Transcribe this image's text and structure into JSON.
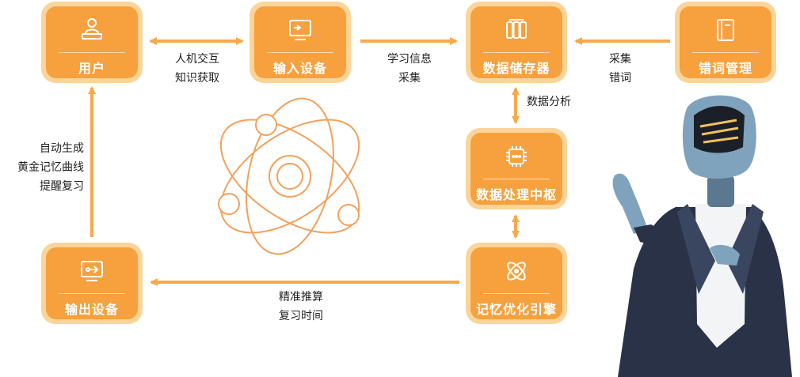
{
  "nodes": {
    "user": "用户",
    "input": "输入设备",
    "storage": "数据储存器",
    "error": "错词管理",
    "center": "数据处理中枢",
    "engine": "记忆优化引擎",
    "output": "输出设备"
  },
  "edges": {
    "hci": [
      "人机交互",
      "知识获取"
    ],
    "learn": [
      "学习信息",
      "采集"
    ],
    "collect": [
      "采集",
      "错词"
    ],
    "analysis": [
      "数据分析"
    ],
    "calc": [
      "精准推算",
      "复习时间"
    ],
    "curve": [
      "自动生成",
      "黄金记忆曲线",
      "提醒复习"
    ]
  },
  "colors": {
    "accent": "#f6a13e",
    "accent_light": "#fbd49a",
    "arrow": "#f7a94b"
  }
}
